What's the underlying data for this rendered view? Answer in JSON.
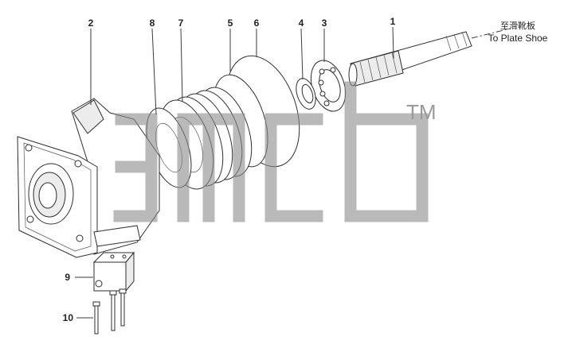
{
  "callouts": [
    {
      "id": "1",
      "label": "1"
    },
    {
      "id": "2",
      "label": "2"
    },
    {
      "id": "3",
      "label": "3"
    },
    {
      "id": "4",
      "label": "4"
    },
    {
      "id": "5",
      "label": "5"
    },
    {
      "id": "6",
      "label": "6"
    },
    {
      "id": "7",
      "label": "7"
    },
    {
      "id": "8",
      "label": "8"
    },
    {
      "id": "9",
      "label": "9"
    },
    {
      "id": "10",
      "label": "10"
    }
  ],
  "note": {
    "chinese": "至滑靴板",
    "english": "To Plate Shoe"
  },
  "watermark": {
    "trademark": "TM",
    "color": "#8a8a8a"
  }
}
